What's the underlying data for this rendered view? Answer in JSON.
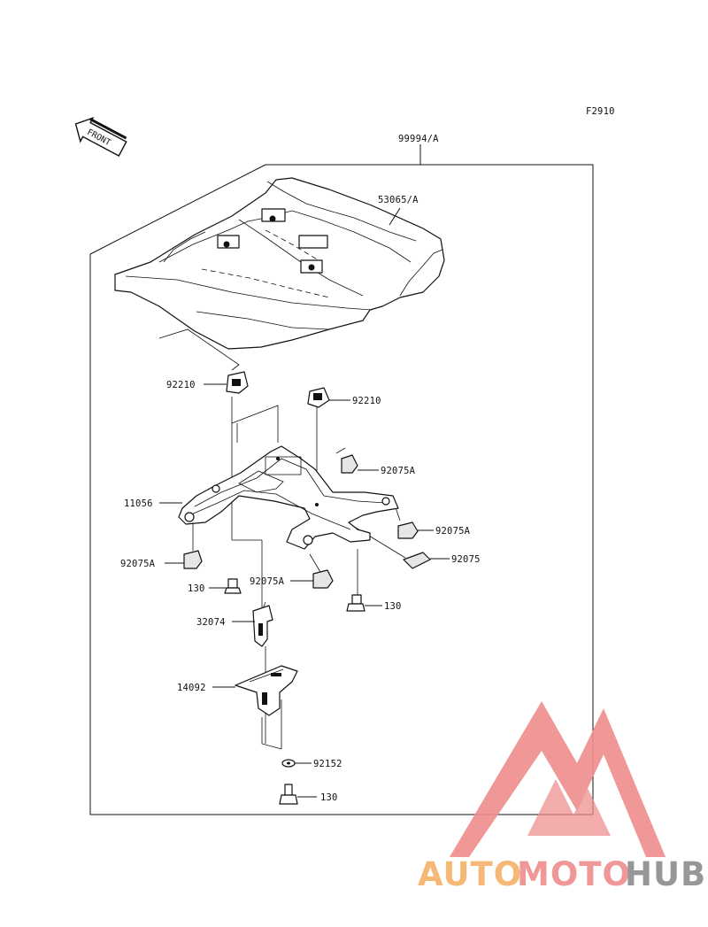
{
  "figure_code": "F2910",
  "front_label": "FRONT",
  "assembly_part": "99994/A",
  "parts": {
    "cover": "53065/A",
    "nut_left": "92210",
    "nut_right": "92210",
    "bracket": "11056",
    "damper_upper_right": "92075A",
    "damper_right": "92075A",
    "damper_left": "92075A",
    "damper_center": "92075A",
    "pad": "92075",
    "bolt_left": "130",
    "bolt_right": "130",
    "stay": "32074",
    "holder": "14092",
    "washer": "92152",
    "bolt_bottom": "130"
  },
  "watermark": {
    "part1": "AUTO",
    "part2": "MOTO",
    "part3": "HUB",
    "color_light": "#f5b36b",
    "color_red": "#ef8f8f",
    "color_grey": "#8f8f8f"
  }
}
